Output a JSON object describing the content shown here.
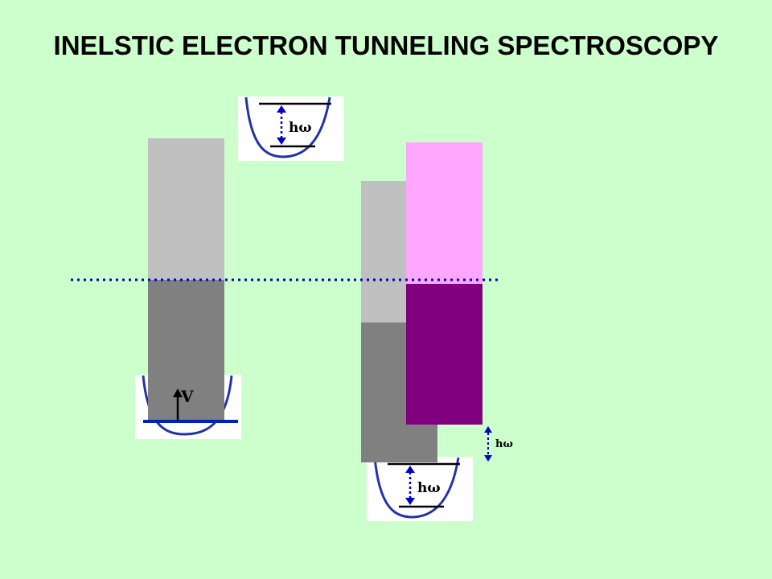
{
  "title": "INELSTIC ELECTRON TUNNELING SPECTROSCOPY",
  "labels": {
    "h_omega": "hω",
    "voltage": "V"
  },
  "colors": {
    "background": "#ccffcc",
    "band_light_gray": "#c0c0c0",
    "band_dark_gray": "#808080",
    "band_pink": "#ffa6ff",
    "band_purple": "#800080",
    "fermi_line": "#0000cc",
    "well_curve": "#2233aa",
    "level_line": "#000000",
    "arrow": "#0000cc"
  },
  "insets": [
    {
      "name": "top-vibrational-inset",
      "label_key": "h_omega"
    },
    {
      "name": "left-voltage-inset",
      "label_key": "voltage"
    },
    {
      "name": "bottom-vibrational-inset",
      "label_key": "h_omega"
    }
  ]
}
